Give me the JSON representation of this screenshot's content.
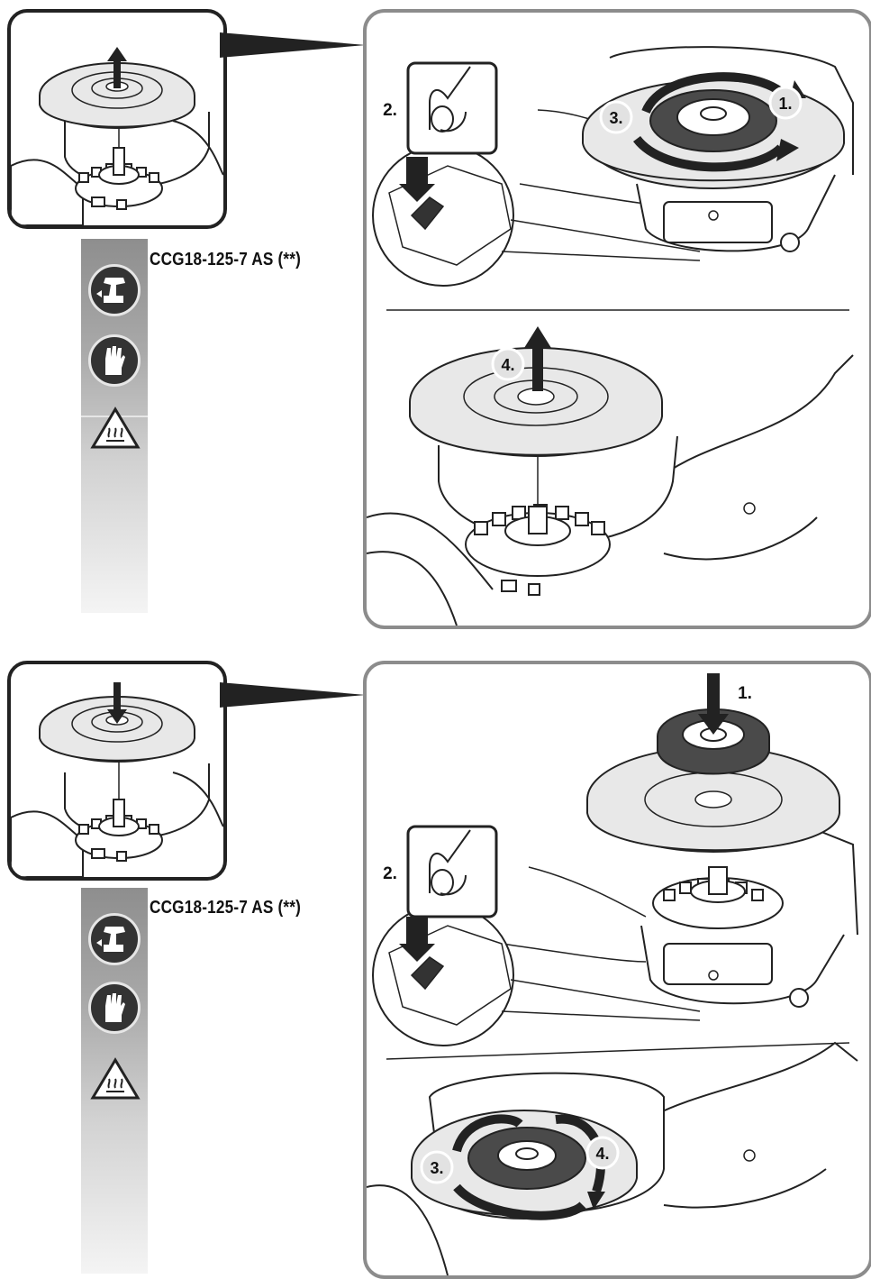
{
  "colors": {
    "panel_border": "#8c8c8c",
    "thumb_border": "#222222",
    "strip_top": "#8e8e8e",
    "icon_fill": "#333333",
    "badge_fill": "#e2e2e2",
    "arrow_fill": "#222222"
  },
  "sections": [
    {
      "model_label": "CCG18-125-7 AS (**)",
      "strip_icons": [
        "drill-battery-icon",
        "glove-icon",
        "hot-surface-warning-icon"
      ],
      "thumb_arrow": "up",
      "top_steps": [
        "1.",
        "2.",
        "3."
      ],
      "bottom_steps": [
        "4."
      ]
    },
    {
      "model_label": "CCG18-125-7 AS (**)",
      "strip_icons": [
        "drill-battery-icon",
        "glove-icon",
        "hot-surface-warning-icon"
      ],
      "thumb_arrow": "down",
      "top_steps": [
        "1.",
        "2."
      ],
      "bottom_steps": [
        "3.",
        "4."
      ]
    }
  ]
}
